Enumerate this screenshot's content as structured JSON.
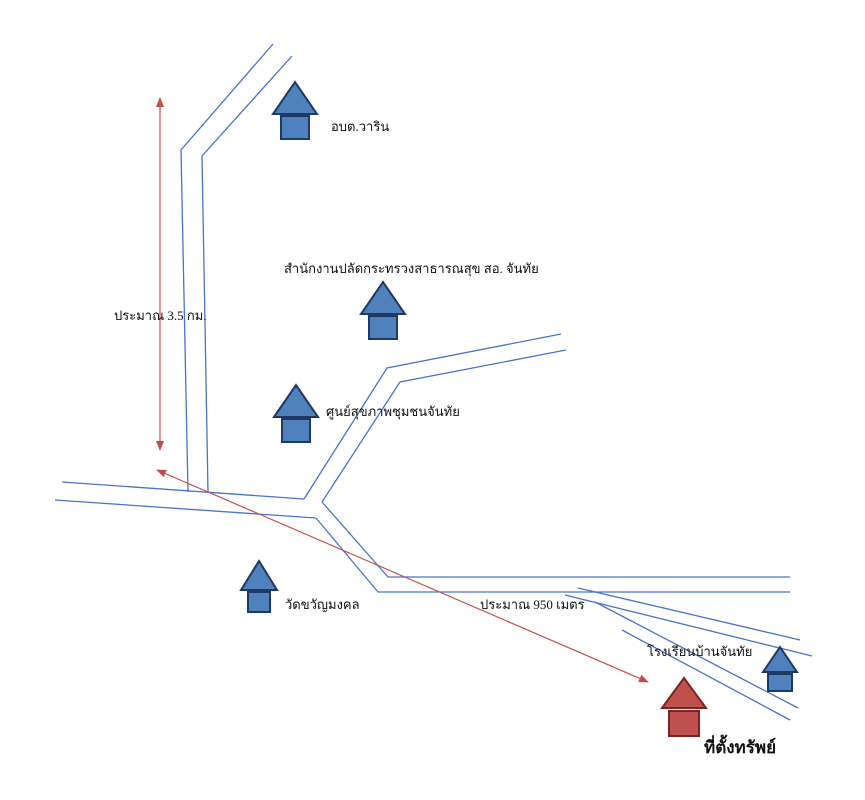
{
  "map": {
    "colors": {
      "road": "#4a74c9",
      "marker_fill": "#4f81bd",
      "marker_stroke": "#1f3864",
      "target_fill": "#c0504d",
      "target_stroke": "#7a2420",
      "measure": "#c0504d"
    },
    "landmarks": [
      {
        "id": "orbortor",
        "label": "อบต.วาริน",
        "icon": "house-marker-icon"
      },
      {
        "id": "health-office",
        "label": "สำนักงานปลัดกระทรวงสาธารณสุข สอ. จันทัย",
        "icon": "house-marker-icon"
      },
      {
        "id": "health-center",
        "label": "ศูนย์สุขภาพชุมชนจันทัย",
        "icon": "house-marker-icon"
      },
      {
        "id": "temple",
        "label": "วัดขวัญมงคล",
        "icon": "house-marker-icon"
      },
      {
        "id": "school",
        "label": "โรงเรียนบ้านจันทัย",
        "icon": "house-marker-icon"
      },
      {
        "id": "property",
        "label": "ที่ตั้งทรัพย์",
        "icon": "house-marker-icon"
      }
    ],
    "measurements": [
      {
        "id": "vertical",
        "label": "ประมาณ 3.5 กม."
      },
      {
        "id": "diagonal",
        "label": "ประมาณ 950 เมตร"
      }
    ]
  }
}
